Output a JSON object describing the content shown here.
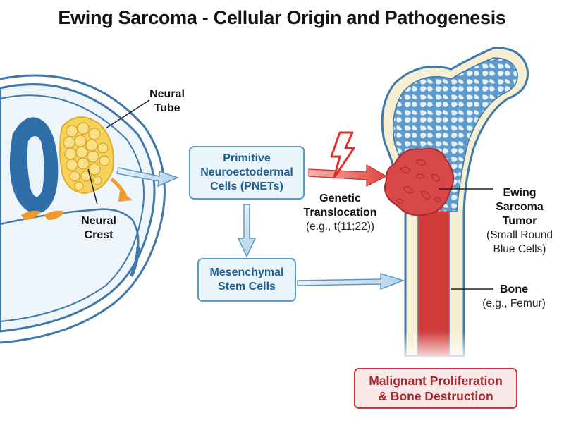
{
  "title": "Ewing Sarcoma - Cellular Origin and Pathogenesis",
  "labels": {
    "neural_tube": [
      "Neural",
      "Tube"
    ],
    "neural_crest": [
      "Neural",
      "Crest"
    ],
    "pnet": [
      "Primitive",
      "Neuroectodermal",
      "Cells (PNETs)"
    ],
    "msc": [
      "Mesenchymal",
      "Stem Cells"
    ],
    "genetic": [
      "Genetic",
      "Translocation"
    ],
    "genetic_example": "(e.g., t(11;22))",
    "tumor": [
      "Ewing",
      "Sarcoma",
      "Tumor"
    ],
    "tumor_detail": [
      "(Small Round",
      "Blue Cells)"
    ],
    "bone": "Bone",
    "bone_example": "(e.g., Femur)",
    "outcome": [
      "Malignant Proliferation",
      "& Bone Destruction"
    ]
  },
  "icons": {
    "lightning": "lightning-bolt-icon"
  },
  "colors": {
    "blue_stroke": "#3f78ad",
    "blue_fill": "#dcecf8",
    "crest_yellow": "#f6c63f",
    "crest_orange": "#ef9a2c",
    "tumor_red": "#d94848",
    "marrow_red": "#d13d3d",
    "bone_cream": "#f6efd2",
    "text_blue": "#1f5f8e",
    "text_red": "#a8262c"
  }
}
